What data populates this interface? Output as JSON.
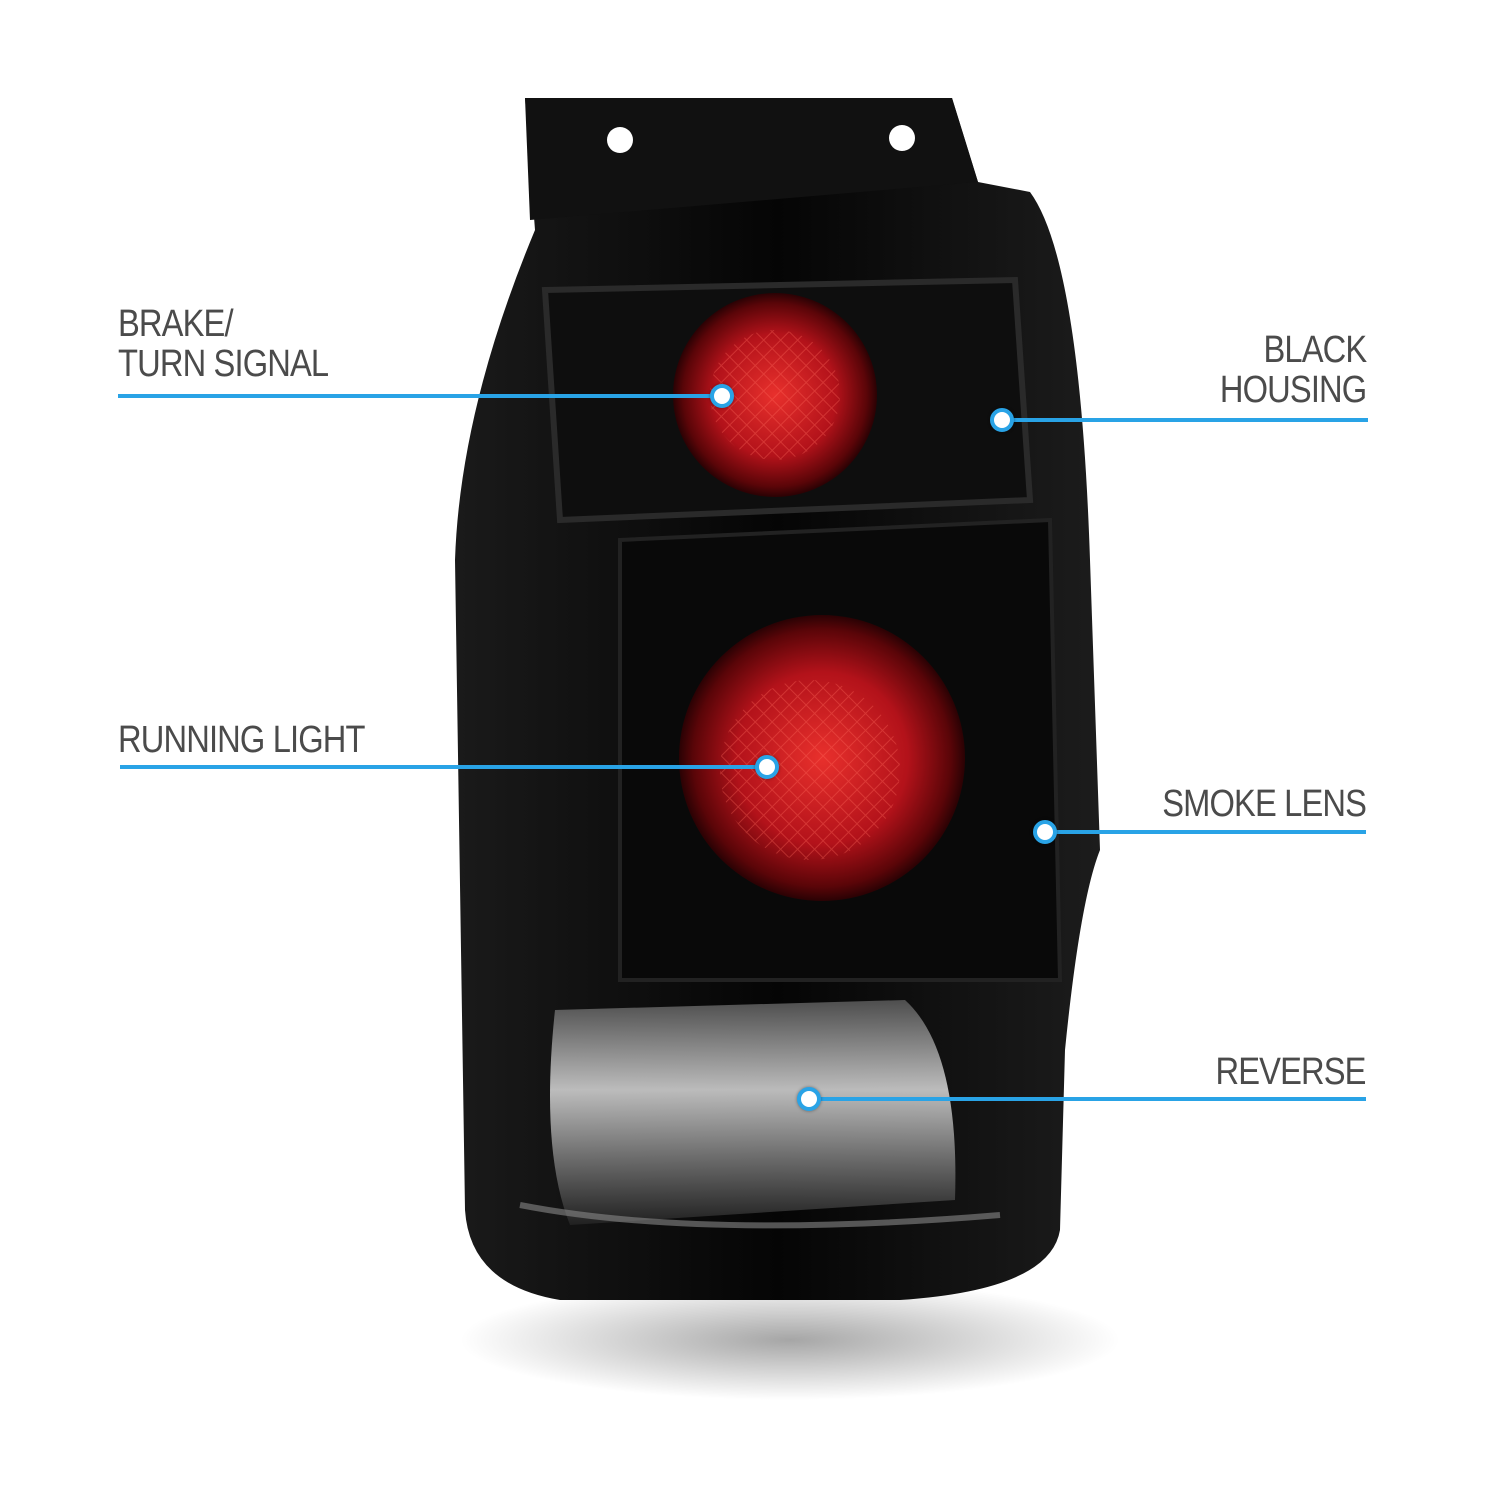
{
  "callouts": {
    "brake": {
      "line1": "BRAKE/",
      "line2": "TURN SIGNAL"
    },
    "housing": {
      "line1": "BLACK",
      "line2": "HOUSING"
    },
    "running": {
      "line1": "RUNNING LIGHT"
    },
    "smoke": {
      "line1": "SMOKE LENS"
    },
    "reverse": {
      "line1": "REVERSE"
    }
  },
  "colors": {
    "accent": "#29a3e6",
    "text": "#4b4b4b",
    "housing": "#0b0b0b",
    "lens_red": "#c0141c"
  }
}
